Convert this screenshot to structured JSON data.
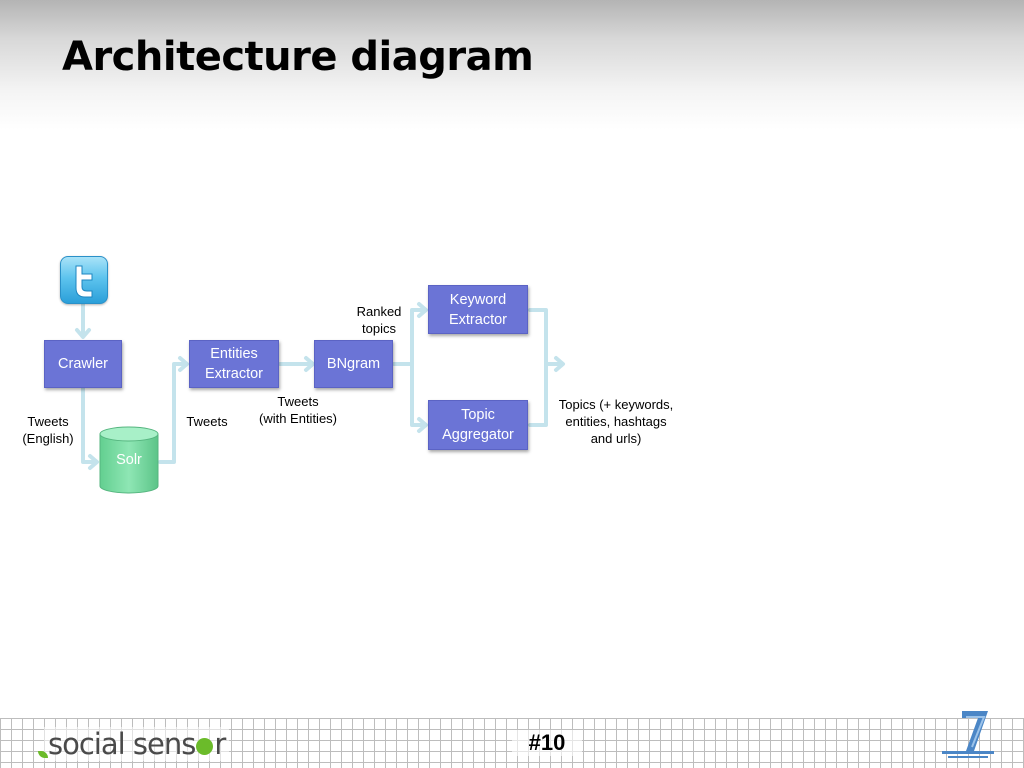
{
  "slide": {
    "title": "Architecture diagram",
    "page_number": "#10"
  },
  "diagram": {
    "nodes": {
      "crawler": "Crawler",
      "solr": "Solr",
      "entities_extractor": "Entities\nExtractor",
      "bngram": "BNgram",
      "keyword_extractor": "Keyword\nExtractor",
      "topic_aggregator": "Topic\nAggregator"
    },
    "edge_labels": {
      "tweets_english": "Tweets\n(English)",
      "tweets": "Tweets",
      "tweets_with_entities": "Tweets\n(with Entities)",
      "ranked_topics": "Ranked\ntopics",
      "topics_output": "Topics (+ keywords,\nentities, hashtags\nand urls)"
    },
    "icons": {
      "source": "twitter-icon"
    }
  },
  "footer": {
    "logo": {
      "part1": "social",
      "part2": "sens",
      "part3": "r"
    }
  },
  "colors": {
    "box": "#6b74d6",
    "cylinder": "#7fdca6",
    "arrow": "#c4e3ec",
    "twitter": "#5ec4ee"
  }
}
